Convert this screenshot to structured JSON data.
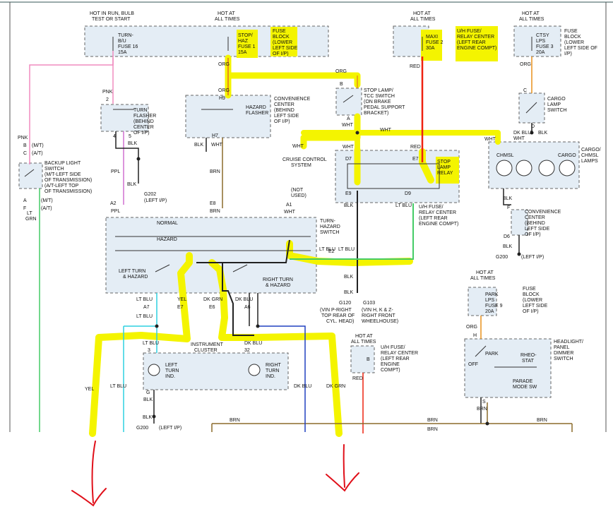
{
  "labels": {
    "hot_run_bulb": [
      "HOT IN RUN, BULB",
      "TEST OR START"
    ],
    "hot_all_1": [
      "HOT AT",
      "ALL TIMES"
    ],
    "hot_all_2": [
      "HOT AT",
      "ALL TIMES"
    ],
    "hot_all_3": [
      "HOT AT",
      "ALL TIMES"
    ],
    "hot_all_4": [
      "HOT AT",
      "ALL TIMES"
    ],
    "hot_all_5": [
      "HOT AT",
      "ALL TIMES"
    ],
    "fuse16": [
      "TURN-",
      "B/U",
      "FUSE 16",
      "15A"
    ],
    "fuse_stop": [
      "STOP/",
      "HAZ",
      "FUSE 1",
      "15A"
    ],
    "fuse_block_1": [
      "FUSE",
      "BLOCK",
      "(LOWER",
      "LEFT SIDE",
      "OF I/P)"
    ],
    "maxi": [
      "MAXI",
      "FUSE 2",
      "30A"
    ],
    "uh_fuse_1": [
      "U/H FUSE/",
      "RELAY CENTER",
      "(LEFT REAR",
      "ENGINE COMPT)"
    ],
    "ctsy": [
      "CTSY",
      "LPS",
      "FUSE 3",
      "20A"
    ],
    "fuse_block_2": [
      "FUSE",
      "BLOCK",
      "(LOWER",
      "LEFT SIDE OF",
      "I/P)"
    ],
    "turn_flasher": [
      "TURN",
      "FLASHER",
      "(BEHIND",
      "CENTER",
      "OF I/P)"
    ],
    "hazard_flasher": [
      "HAZARD",
      "FLASHER"
    ],
    "conv_center_1": [
      "CONVENIENCE",
      "CENTER",
      "(BEHIND",
      "LEFT SIDE",
      "OF I/P)"
    ],
    "stop_lamp_switch": [
      "STOP LAMP/",
      "TCC SWITCH",
      "(ON BRAKE",
      "PEDAL SUPPORT",
      "BRACKET)"
    ],
    "cargo_lamp_switch": [
      "CARGO",
      "LAMP",
      "SWITCH"
    ],
    "cruise": [
      "CRUISE CONTROL",
      "SYSTEM"
    ],
    "stop_relay": [
      "STOP",
      "LAMP",
      "RELAY"
    ],
    "uh_fuse_2": [
      "U/H FUSE/",
      "RELAY CENTER",
      "(LEFT REAR",
      "ENGINE COMPT)"
    ],
    "chmsl": "CHMSL",
    "cargo": "CARGO",
    "cargo_chmsl_lamps": [
      "CARGO/",
      "CHMSL",
      "LAMPS"
    ],
    "backup": [
      "BACKUP LIGHT",
      "SWITCH",
      "(M/T-LEFT SIDE",
      "OF TRANSMISSION)",
      "(A/T-LEFT TOP",
      "OF TRANSMISSION)"
    ],
    "g202": "G202",
    "g202_loc": "(LEFT I/P)",
    "not_used": [
      "(NOT",
      "USED)"
    ],
    "normal": "NORMAL",
    "hazard": "HAZARD",
    "turn_hazard_switch": [
      "TURN-",
      "HAZARD",
      "SWITCH"
    ],
    "left_turn_hazard": [
      "LEFT TURN",
      "& HAZARD"
    ],
    "right_turn_hazard": [
      "RIGHT TURN",
      "& HAZARD"
    ],
    "conv_center_2": [
      "CONVENIENCE",
      "CENTER",
      "(BEHIND",
      "LEFT SIDE",
      "OF I/P)"
    ],
    "g200_a": "G200",
    "g200_a_loc": "(LEFT I/P)",
    "g120": "G120",
    "g120_loc": [
      "(VIN P-RIGHT",
      "TOP REAR OF",
      "CYL. HEAD)"
    ],
    "g103": "G103",
    "g103_loc": [
      "(VIN H, K & Z-",
      "RIGHT FRONT",
      "WHEELHOUSE)"
    ],
    "park_fuse": [
      "PARK",
      "LPS",
      "FUSE 9",
      "20A"
    ],
    "fuse_block_3": [
      "FUSE",
      "BLOCK",
      "(LOWER",
      "LEFT SIDE",
      "OF I/P)"
    ],
    "instrument_cluster": [
      "INSTRUMENT",
      "CLUSTER"
    ],
    "left_turn_ind": [
      "LEFT",
      "TURN",
      "IND."
    ],
    "right_turn_ind": [
      "RIGHT",
      "TURN",
      "IND."
    ],
    "uh_fuse_3": [
      "U/H FUSE/",
      "RELAY CENTER",
      "(LEFT REAR",
      "ENGINE",
      "COMPT)"
    ],
    "off": "OFF",
    "park": "PARK",
    "rheo": [
      "RHEO-",
      "STAT"
    ],
    "parade": [
      "PARADE",
      "MODE SW"
    ],
    "headlight_switch": [
      "HEADLIGHT/",
      "PANEL",
      "DIMMER",
      "SWITCH"
    ],
    "g200_b": "G200",
    "g200_b_loc": "(LEFT I/P)"
  },
  "wire_labels": {
    "pink_top": "PNK",
    "org_1": "ORG",
    "org_2": "ORG",
    "org_3": "ORG",
    "org_4": "ORG",
    "org_5": "ORG",
    "red_1": "RED",
    "red_2": "RED",
    "red_3": "RED",
    "wht_1": "WHT",
    "wht_2": "WHT",
    "wht_3": "WHT",
    "wht_4": "WHT",
    "wht_5": "WHT",
    "blk_1": "BLK",
    "blk_2": "BLK",
    "blk_3": "BLK",
    "blk_4": "BLK",
    "blk_5": "BLK",
    "blk_6": "BLK",
    "blk_7": "BLK",
    "blk_8": "BLK",
    "blk_9": "BLK",
    "blk_10": "BLK",
    "blk_11": "BLK",
    "blk_12": "BLK",
    "ppl_1": "PPL",
    "ppl_2": "PPL",
    "brn_1": "BRN",
    "brn_2": "BRN",
    "brn_3": "BRN",
    "brn_4": "BRN",
    "brn_5": "BRN",
    "brn_6": "BRN",
    "lt_blu_1": "LT BLU",
    "lt_blu_2": "LT BLU",
    "lt_blu_3": "LT BLU",
    "lt_blu_4": "LT BLU",
    "lt_blu_5": "LT BLU",
    "lt_blu_6": "LT BLU",
    "yel_1": "YEL",
    "yel_2": "YEL",
    "dk_grn_1": "DK GRN",
    "dk_grn_2": "DK GRN",
    "dk_blu_1": "DK BLU",
    "dk_blu_2": "DK BLU",
    "dk_blu_wht": [
      "DK BLU/",
      "WHT"
    ],
    "lt_grn": [
      "LT",
      "GRN"
    ],
    "pnk_b": "PNK",
    "mt": "(M/T)",
    "at": "(A/T)",
    "mt2": "(M/T)",
    "at2": "(A/T)"
  },
  "pins": {
    "p2": "2",
    "p4": "4",
    "p5": "5",
    "h9": "H9",
    "h7": "H7",
    "b": "B",
    "a": "A",
    "b2": "B",
    "c": "C",
    "a2": "A2",
    "e8": "E8",
    "a1": "A1",
    "d7": "D7",
    "e7": "E7",
    "e9": "E9",
    "d9": "D9",
    "a7": "A7",
    "e7b": "E7",
    "e6": "E6",
    "a6": "A6",
    "e2": "E2",
    "p3": "3",
    "p32": "32",
    "pg": "G",
    "pb": "B",
    "c2": "C",
    "d": "D",
    "f": "F",
    "d6": "D6",
    "h": "H",
    "s": "S",
    "b3": "B",
    "cc": "C",
    "aa": "A",
    "ff": "F"
  }
}
